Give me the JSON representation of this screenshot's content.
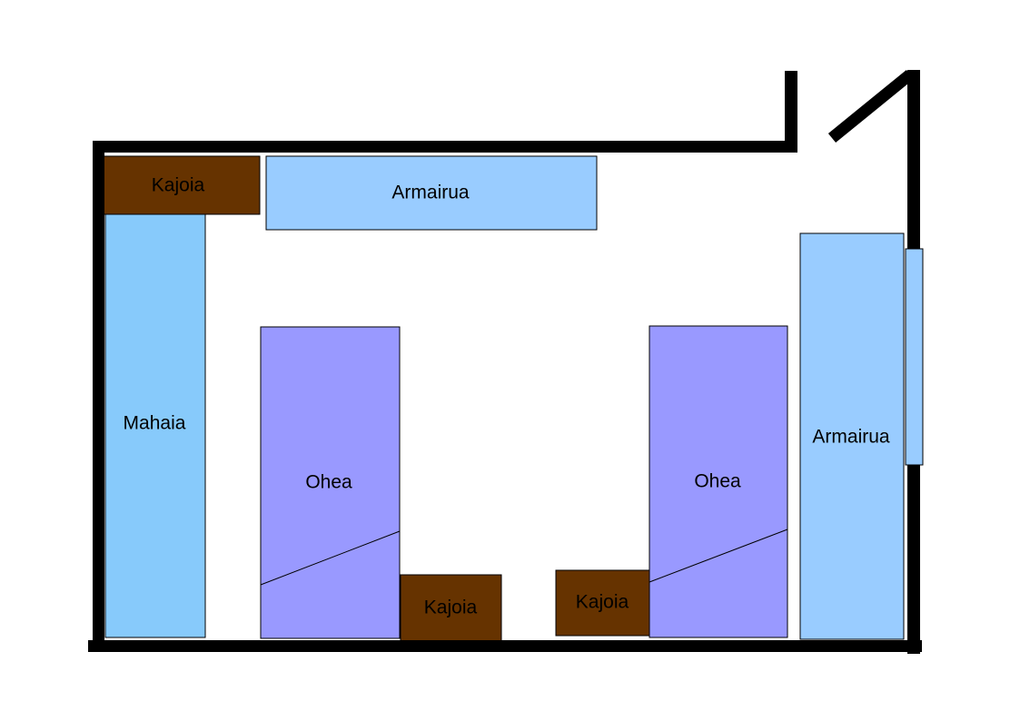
{
  "colors": {
    "wall": "#000000",
    "wood": "#663300",
    "wardrobe": "#99ccff",
    "desk": "#87cafb",
    "bed": "#9999ff",
    "outline": "#000000"
  },
  "labels": {
    "kajoia_top_left": "Kajoia",
    "armairua_top": "Armairua",
    "mahaia": "Mahaia",
    "ohea_left": "Ohea",
    "kajoia_bottom_left": "Kajoia",
    "kajoia_bottom_right": "Kajoia",
    "ohea_right": "Ohea",
    "armairua_right": "Armairua"
  }
}
